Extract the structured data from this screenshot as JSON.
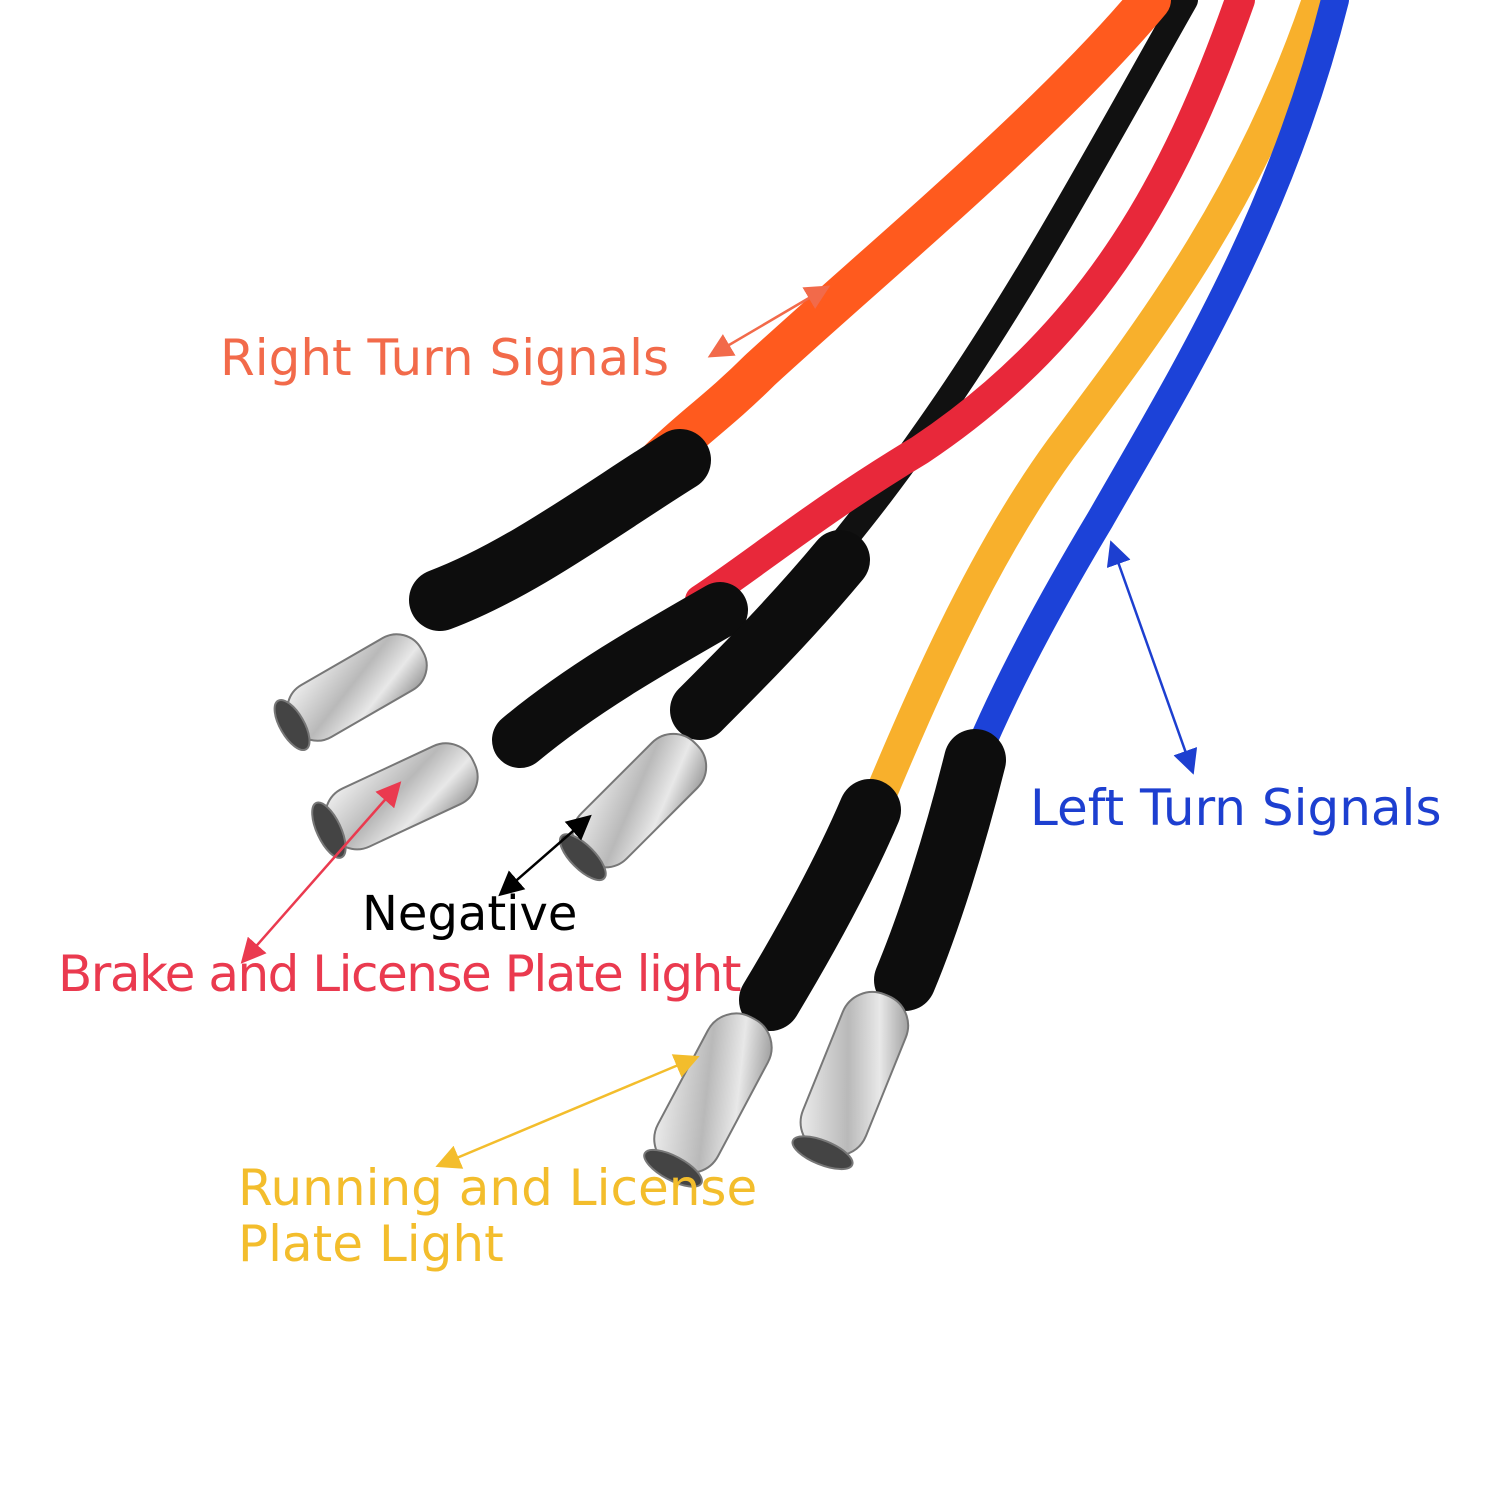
{
  "colors": {
    "orange_wire": "#ff5a1e",
    "red_wire": "#e8283a",
    "black_wire": "#111111",
    "yellow_wire": "#f8b02c",
    "blue_wire": "#1c42d8",
    "right_label": "#f26a4a",
    "left_label": "#1d3fd0",
    "negative_label": "#000000",
    "brake_label": "#ea3a4f",
    "running_label": "#f3bd2c"
  },
  "labels": {
    "right_turn": "Right Turn Signals",
    "left_turn": "Left Turn Signals",
    "negative": "Negative",
    "brake": "Brake and License Plate light",
    "running_line1": "Running and License",
    "running_line2": "Plate Light"
  }
}
